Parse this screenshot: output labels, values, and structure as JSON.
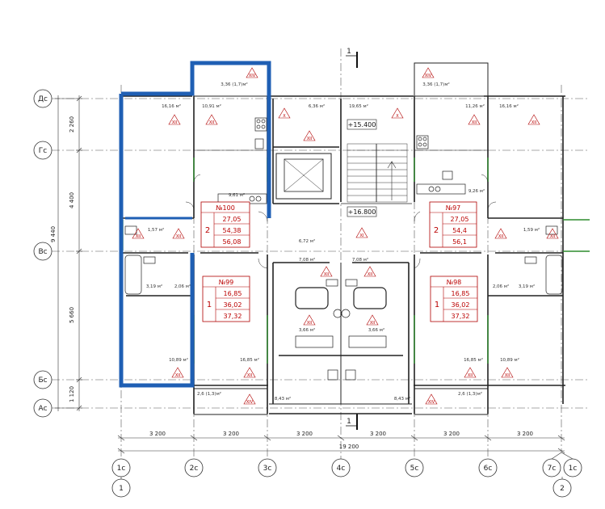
{
  "axes_letter": {
    "a1": "Дс",
    "a2": "Гс",
    "a3": "Вс",
    "a4": "Бс",
    "a5": "Ас"
  },
  "axes_number": {
    "n1": "1с",
    "n2": "2с",
    "n3": "3с",
    "n4": "4с",
    "n5": "5с",
    "n6": "6с",
    "n7": "7с",
    "n8": "1с"
  },
  "axes_circle": {
    "c1": "1",
    "c2": "2"
  },
  "dims_left": {
    "d1": "2 260",
    "d2": "4 400",
    "d3": "5 660",
    "d4": "1 120",
    "total": "9 440"
  },
  "dims_bottom": {
    "b1": "3 200",
    "b2": "3 200",
    "b3": "3 200",
    "b4": "3 200",
    "b5": "3 200",
    "b6": "3 200",
    "total": "19 200"
  },
  "section_marks": {
    "top": "1",
    "bottom": "1"
  },
  "levels": {
    "l1": "+15.400",
    "l2": "+16.800"
  },
  "apartments": {
    "a100": {
      "num": "№100",
      "rooms": "2",
      "v1": "27,05",
      "v2": "54,38",
      "v3": "56,08"
    },
    "a97": {
      "num": "№97",
      "rooms": "2",
      "v1": "27,05",
      "v2": "54,4",
      "v3": "56,1"
    },
    "a99": {
      "num": "№99",
      "rooms": "1",
      "v1": "16,85",
      "v2": "36,02",
      "v3": "37,32"
    },
    "a98": {
      "num": "№98",
      "rooms": "1",
      "v1": "16,85",
      "v2": "36,02",
      "v3": "37,32"
    }
  },
  "areas": {
    "r1": "16,16 м²",
    "r2": "10,91 м²",
    "r3": "3,36 (1,7)м²",
    "r4": "6,36 м²",
    "r5": "19,65 м²",
    "r6": "11,26 м²",
    "r7": "16,16 м²",
    "r8": "3,36 (1,7)м²",
    "r9": "9,61 м²",
    "r10": "9,26 м²",
    "r11": "1,57 м²",
    "r12": "1,59 м²",
    "r13": "6,72 м²",
    "r14": "7,08 м²",
    "r15": "7,08 м²",
    "r16": "3,19 м²",
    "r17": "2,06 м²",
    "r18": "2,06 м²",
    "r19": "3,19 м²",
    "r20": "3,66 м²",
    "r21": "3,66 м²",
    "r22": "10,89 м²",
    "r23": "16,85 м²",
    "r24": "16,85 м²",
    "r25": "10,89 м²",
    "r26": "2,6 (1,3)м²",
    "r27": "8,43 м²",
    "r28": "8,43 м²",
    "r29": "2,6 (1,3)м²"
  },
  "marks": {
    "m_xii": "XII",
    "m_xiv": "XIV",
    "m_x": "X",
    "m_xi": "XI"
  },
  "colors": {
    "highlight": "#1f5fb4",
    "red": "#b00000",
    "green": "#2e8b2e"
  }
}
